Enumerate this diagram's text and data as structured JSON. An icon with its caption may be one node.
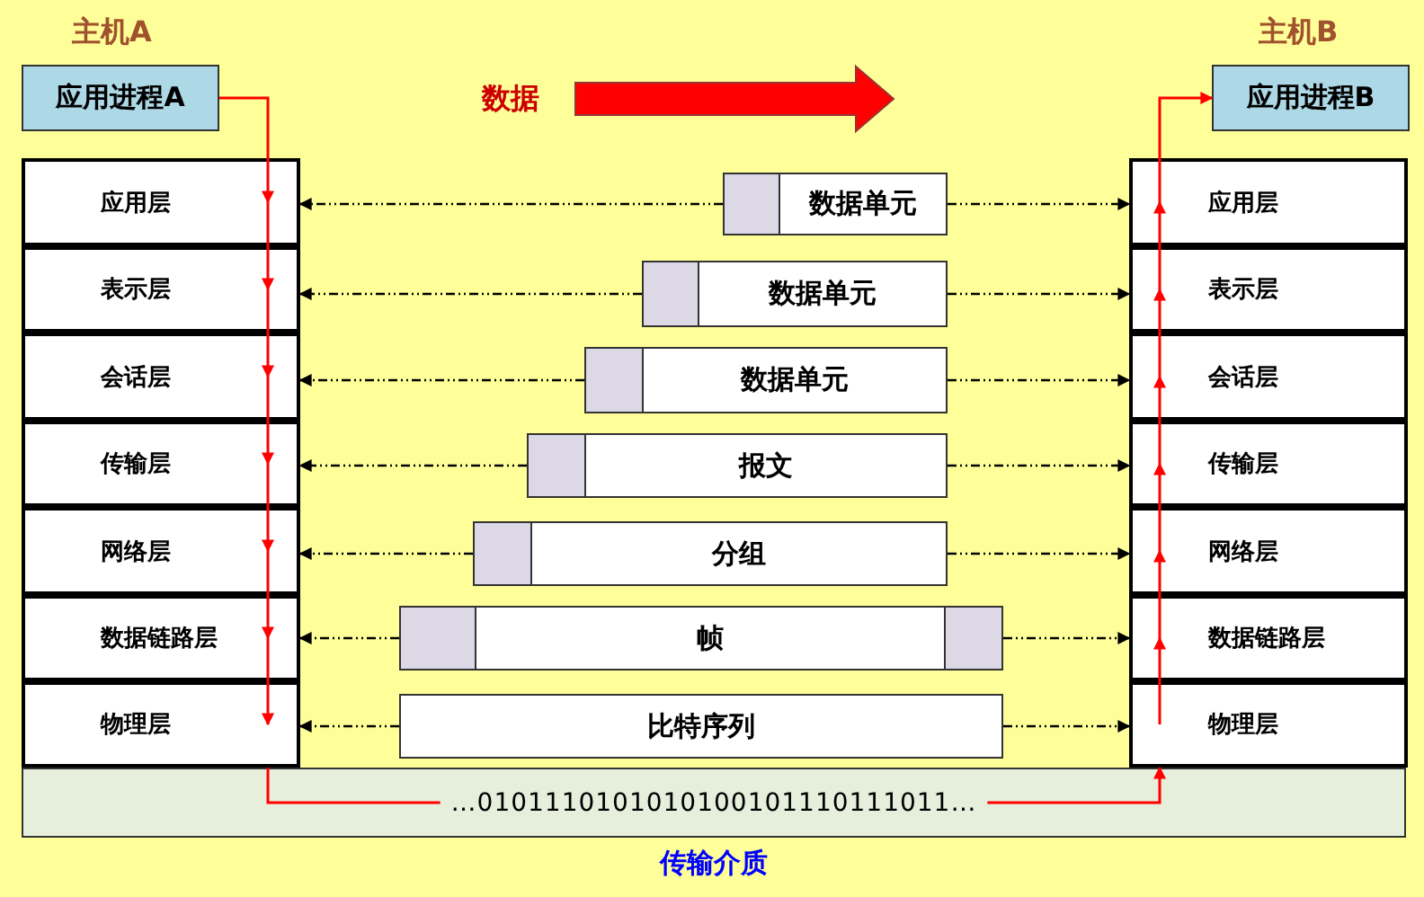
{
  "diagram": {
    "nodes": [
      {
        "text": [
          "应用进程A"
        ]
      },
      {
        "text": [
          "应用层"
        ]
      },
      {
        "text": [
          "表示层"
        ]
      },
      {
        "text": [
          "会话层"
        ]
      },
      {
        "text": [
          "传输层"
        ]
      },
      {
        "text": [
          "网络层"
        ]
      },
      {
        "text": [
          "数据链路层"
        ]
      },
      {
        "text": [
          "物理层"
        ]
      },
      {
        "text": [
          "应用进程B"
        ]
      },
      {
        "text": [
          "应用层"
        ]
      },
      {
        "text": [
          "表示层"
        ]
      },
      {
        "text": [
          "会话层"
        ]
      },
      {
        "text": [
          "传输层"
        ]
      },
      {
        "text": [
          "网络层"
        ]
      },
      {
        "text": [
          "数据链路层"
        ]
      },
      {
        "text": [
          "物理层"
        ]
      },
      {
        "text": [
          "数据单元"
        ]
      },
      {
        "text": [
          "数据单元"
        ]
      },
      {
        "text": [
          "数据单元"
        ]
      },
      {
        "text": [
          "报文"
        ]
      },
      {
        "text": [
          "分组"
        ]
      },
      {
        "text": [
          "帧"
        ]
      },
      {
        "text": [
          "比特序列"
        ]
      },
      {
        "text": [
          "…0101110101010100101110111011…",
          "传输介质"
        ]
      }
    ],
    "edges": [
      {
        "from": 0,
        "to": 1,
        "arrow": "to"
      },
      {
        "from": 1,
        "to": 2,
        "arrow": "to"
      },
      {
        "from": 2,
        "to": 3,
        "arrow": "to"
      },
      {
        "from": 3,
        "to": 4,
        "arrow": "to"
      },
      {
        "from": 4,
        "to": 5,
        "arrow": "to"
      },
      {
        "from": 5,
        "to": 6,
        "arrow": "to"
      },
      {
        "from": 6,
        "to": 7,
        "arrow": "to"
      },
      {
        "from": 7,
        "to": 23,
        "arrow": "none"
      },
      {
        "from": 23,
        "to": 15,
        "arrow": "to"
      },
      {
        "from": 15,
        "to": 14,
        "arrow": "to"
      },
      {
        "from": 14,
        "to": 13,
        "arrow": "to"
      },
      {
        "from": 13,
        "to": 12,
        "arrow": "to"
      },
      {
        "from": 12,
        "to": 11,
        "arrow": "to"
      },
      {
        "from": 11,
        "to": 10,
        "arrow": "to"
      },
      {
        "from": 10,
        "to": 9,
        "arrow": "to"
      },
      {
        "from": 9,
        "to": 8,
        "arrow": "to"
      },
      {
        "from": 16,
        "to": 1,
        "arrow": "to",
        "style": "dashed",
        "color": "#000000"
      },
      {
        "from": 16,
        "to": 9,
        "arrow": "to",
        "style": "dashed",
        "color": "#000000"
      },
      {
        "from": 17,
        "to": 2,
        "arrow": "to",
        "style": "dashed",
        "color": "#000000"
      },
      {
        "from": 17,
        "to": 10,
        "arrow": "to",
        "style": "dashed",
        "color": "#000000"
      },
      {
        "from": 18,
        "to": 3,
        "arrow": "to",
        "style": "dashed",
        "color": "#000000"
      },
      {
        "from": 18,
        "to": 11,
        "arrow": "to",
        "style": "dashed",
        "color": "#000000"
      },
      {
        "from": 19,
        "to": 4,
        "arrow": "to",
        "style": "dashed",
        "color": "#000000"
      },
      {
        "from": 19,
        "to": 12,
        "arrow": "to",
        "style": "dashed",
        "color": "#000000"
      },
      {
        "from": 20,
        "to": 5,
        "arrow": "to",
        "style": "dashed",
        "color": "#000000"
      },
      {
        "from": 20,
        "to": 13,
        "arrow": "to",
        "style": "dashed",
        "color": "#000000"
      },
      {
        "from": 21,
        "to": 6,
        "arrow": "to",
        "style": "dashed",
        "color": "#000000"
      },
      {
        "from": 21,
        "to": 14,
        "arrow": "to",
        "style": "dashed",
        "color": "#000000"
      },
      {
        "from": 22,
        "to": 7,
        "arrow": "to",
        "style": "dashed",
        "color": "#000000"
      },
      {
        "from": 22,
        "to": 15,
        "arrow": "to",
        "style": "dashed",
        "color": "#000000"
      }
    ],
    "labels": [
      "主机A",
      "主机B",
      "数据"
    ]
  }
}
